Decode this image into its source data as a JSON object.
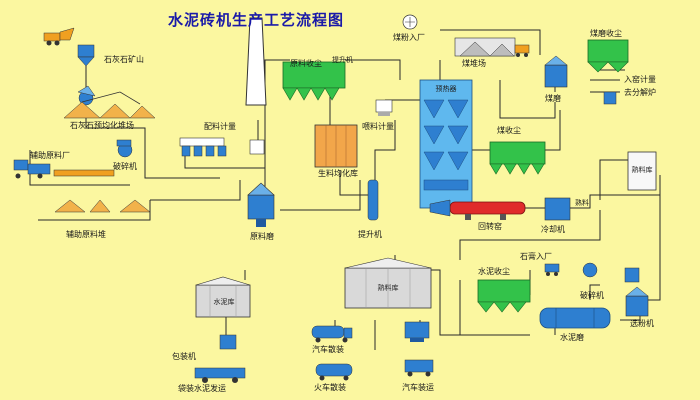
{
  "title": "水泥砖机生产工艺流程图",
  "colors": {
    "background": "#fbf7a0",
    "line": "#2a2a2a",
    "green_tank": "#33c24a",
    "blue_equipment": "#2e7fd0",
    "cyan_tower": "#5fb8ee",
    "kiln_red": "#e02b2b",
    "silo_gray": "#d9d9d9",
    "title_blue": "#1a1aa8"
  },
  "labels": {
    "limestone": "石灰石矿山",
    "stacker": "石灰石预均化堆场",
    "clay_yard": "辅助原料厂",
    "crusher": "破碎机",
    "aux_yard": "辅助原料堆",
    "batching": "配料计量",
    "raw_mill": "原料磨",
    "dust_top": "原料收尘",
    "homo_silo": "生料均化库",
    "metering": "喂料计量",
    "elevator": "提升机",
    "preheater": "预热器",
    "coal_dust": "煤收尘",
    "kiln": "回转窑",
    "cooler": "冷却机",
    "coal_in": "煤粉入厂",
    "coal_yard": "煤堆场",
    "coal_mill": "煤磨",
    "coal_dust2": "煤磨收尘",
    "to_kiln": "入窑计量",
    "to_calciner": "去分解炉",
    "clinker_bin": "熟料库",
    "gypsum_in": "石膏入厂",
    "cement_dust": "水泥收尘",
    "ball_mill": "水泥磨",
    "crusher2": "破碎机",
    "conveyor": "提升机",
    "cement_silo": "水泥库",
    "clinker_silo": "熟料库",
    "packer": "包装机",
    "bag_cement": "袋装水泥发运",
    "truck_bulk": "汽车散装",
    "train_bulk": "火车散装",
    "ship_bulk": "汽车装运",
    "mill_right": "选粉机",
    "clinker_label": "熟料"
  }
}
